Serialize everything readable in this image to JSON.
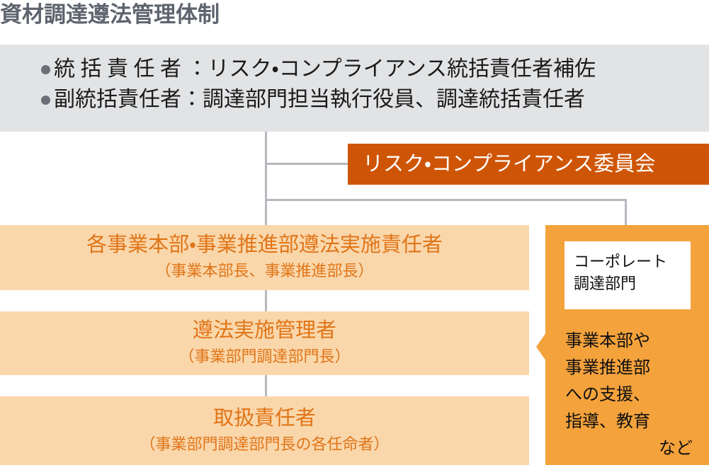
{
  "title": "資材調達遵法管理体制",
  "header": {
    "bullets": [
      {
        "label": "統括責任者",
        "label_spaced": true,
        "separator": "：",
        "value": "リスク・コンプライアンス統括責任者補佐"
      },
      {
        "label": "副統括責任者",
        "label_spaced": false,
        "separator": "：",
        "value": "調達部門担当執行役員、調達統括責任者"
      }
    ]
  },
  "committee": {
    "label": "リスク・コンプライアンス委員会"
  },
  "roles": [
    {
      "main": "各事業本部・事業推進部遵法実施責任者",
      "sub": "（事業本部長、事業推進部長）"
    },
    {
      "main": "遵法実施管理者",
      "sub": "（事業部門調達部門長）"
    },
    {
      "main": "取扱責任者",
      "sub": "（事業部門調達部門長の各任命者）"
    }
  ],
  "corporate": {
    "card_lines": [
      "コーポレート",
      "調達部門"
    ],
    "note_lines": [
      "事業本部や",
      "事業推進部",
      "への支援、",
      "指導、教育",
      "など"
    ],
    "note_last_right_aligned": true
  },
  "colors": {
    "title_gray": "#5e646e",
    "header_panel": "#e2e3e5",
    "bullet_dot": "#6a6f78",
    "committee_orange": "#cf5506",
    "role_peach": "#fad7ab",
    "role_text_orange": "#e07518",
    "corporate_orange": "#f4a23c",
    "connector_gray": "#b5b9bd",
    "card_white": "#ffffff"
  }
}
